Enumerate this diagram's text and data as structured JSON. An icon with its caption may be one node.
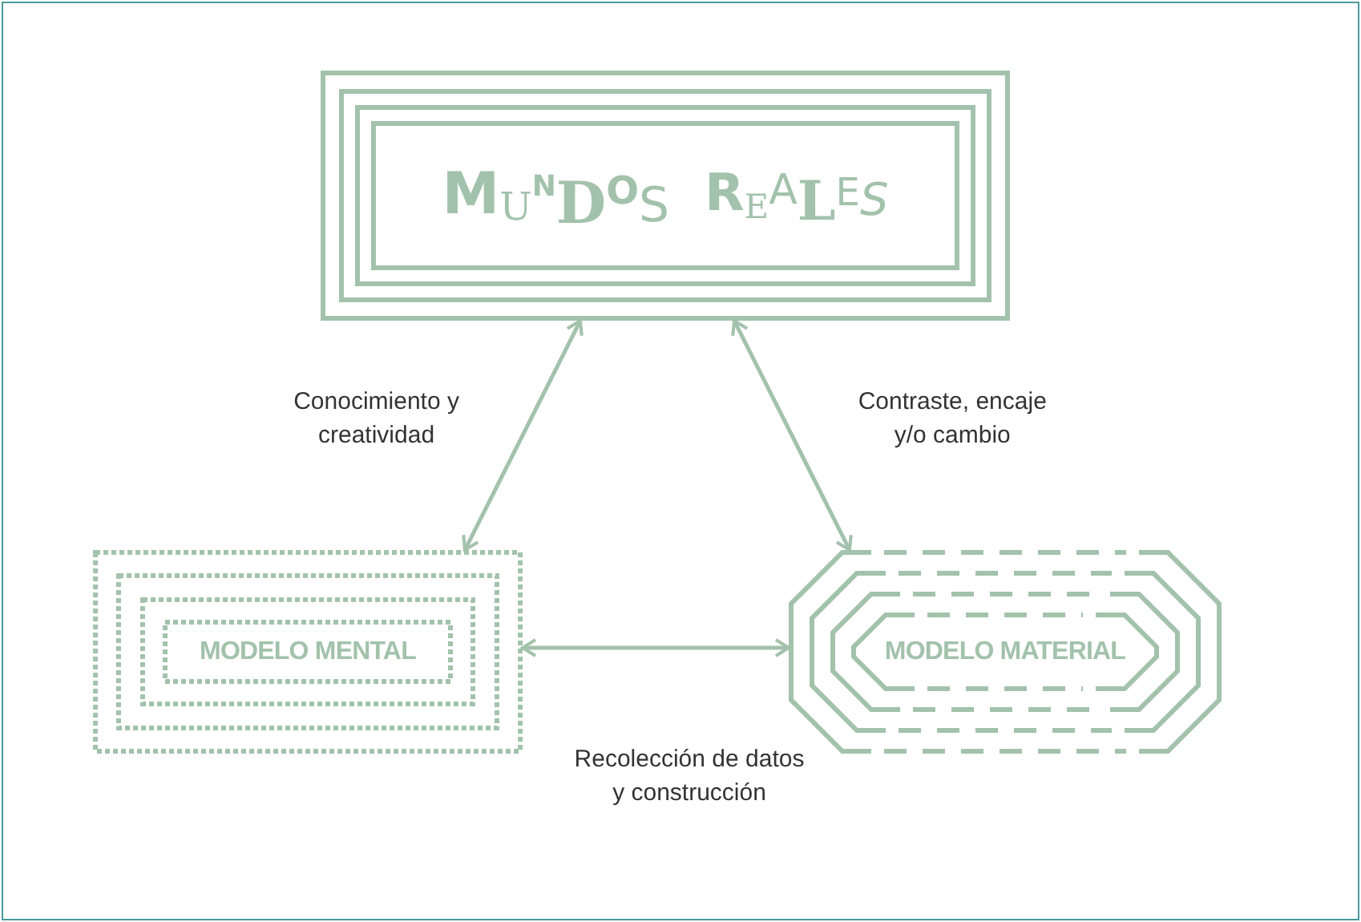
{
  "diagram": {
    "nodes": [
      {
        "text": [
          "MUNDOS REALES"
        ]
      },
      {
        "text": [
          "MODELO MENTAL"
        ]
      },
      {
        "text": [
          "MODELO MATERIAL"
        ]
      }
    ],
    "edges": [
      {
        "from": 0,
        "to": 1,
        "arrow": "both",
        "label": "Conocimiento y creatividad"
      },
      {
        "from": 0,
        "to": 2,
        "arrow": "both",
        "label": "Contraste, encaje y/o cambio"
      },
      {
        "from": 1,
        "to": 2,
        "arrow": "both",
        "label": "Recolección de datos y construcción"
      }
    ]
  }
}
